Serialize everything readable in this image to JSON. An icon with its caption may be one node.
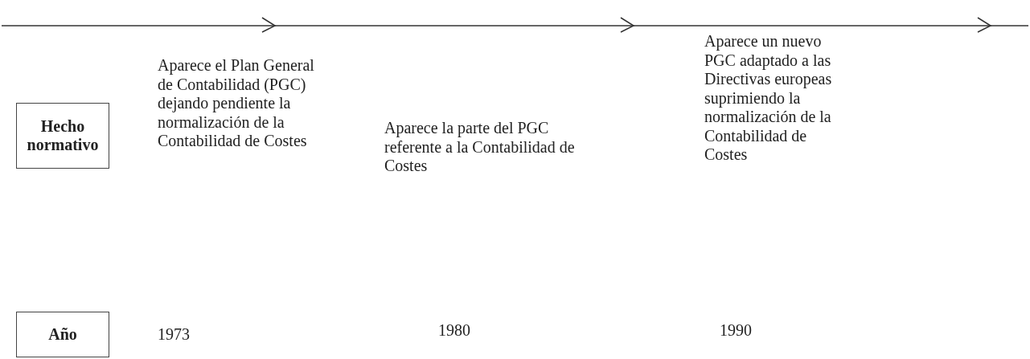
{
  "diagram": {
    "nodes": [
      {
        "text": [
          "Hecho normativo"
        ]
      },
      {
        "text": [
          "Año"
        ]
      }
    ],
    "labels": [
      "Aparece el Plan General de Contabilidad (PGC) dejando pendiente la normalización de la Contabilidad de Costes",
      "Aparece la parte del PGC referente a la Contabilidad de Costes",
      "Aparece un nuevo PGC adaptado a las Directivas europeas suprimiendo la normalización de la Contabilidad de Costes",
      "1973",
      "1980",
      "1990"
    ]
  }
}
